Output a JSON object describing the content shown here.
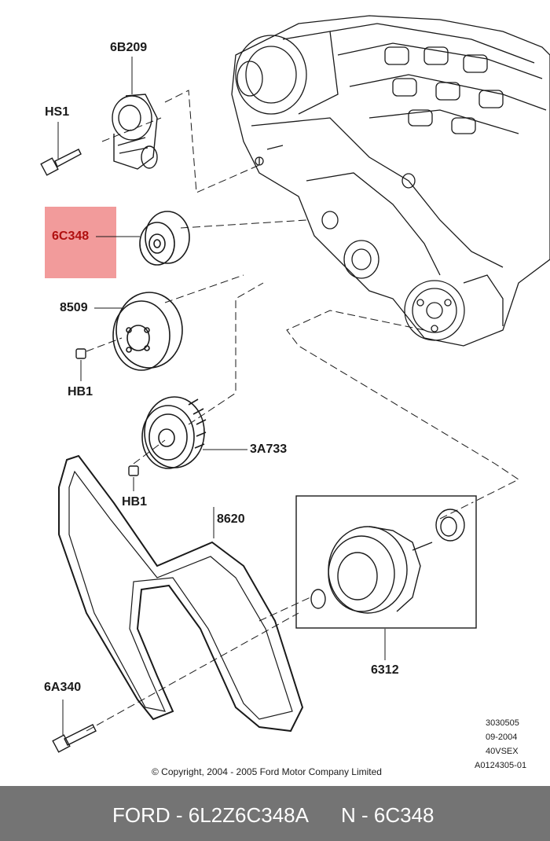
{
  "colors": {
    "highlight": "#f08a8a",
    "highlighted_label": "#b01010",
    "footer_bg": "#747474",
    "footer_text": "#ffffff",
    "line": "#1a1a1a"
  },
  "parts": {
    "bracket": "6B209",
    "bolt_hs1": "HS1",
    "idler": "6C348",
    "pump_pulley": "8509",
    "bolt_hb1_top": "HB1",
    "tensioner_pulley": "3A733",
    "bolt_hb1_bottom": "HB1",
    "belt": "8620",
    "bolt_6a340": "6A340",
    "damper": "6312"
  },
  "meta": {
    "code1": "3030505",
    "date": "09-2004",
    "code2": "40VSEX",
    "code3": "A0124305-01",
    "copyright": "© Copyright, 2004 - 2005 Ford Motor Company Limited"
  },
  "footer": {
    "brand_part": "FORD - 6L2Z6C348A",
    "n_part": "N - 6C348"
  }
}
